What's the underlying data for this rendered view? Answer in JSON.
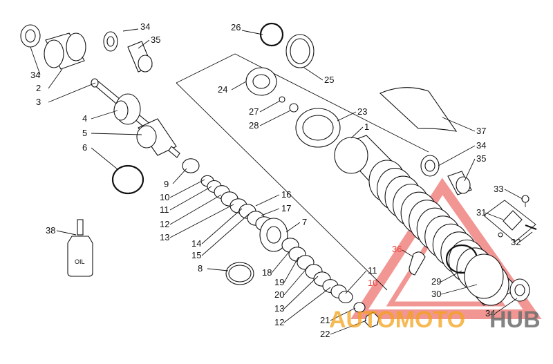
{
  "labels": [
    {
      "id": "34a",
      "text": "34"
    },
    {
      "id": "35a",
      "text": "35"
    },
    {
      "id": "34b",
      "text": "34"
    },
    {
      "id": "2",
      "text": "2"
    },
    {
      "id": "3",
      "text": "3"
    },
    {
      "id": "4",
      "text": "4"
    },
    {
      "id": "5",
      "text": "5"
    },
    {
      "id": "6",
      "text": "6"
    },
    {
      "id": "26",
      "text": "26"
    },
    {
      "id": "25",
      "text": "25"
    },
    {
      "id": "24",
      "text": "24"
    },
    {
      "id": "27",
      "text": "27"
    },
    {
      "id": "28",
      "text": "28"
    },
    {
      "id": "23",
      "text": "23"
    },
    {
      "id": "1",
      "text": "1"
    },
    {
      "id": "37",
      "text": "37"
    },
    {
      "id": "34c",
      "text": "34"
    },
    {
      "id": "35c",
      "text": "35"
    },
    {
      "id": "9",
      "text": "9"
    },
    {
      "id": "10a",
      "text": "10"
    },
    {
      "id": "11a",
      "text": "11"
    },
    {
      "id": "12a",
      "text": "12"
    },
    {
      "id": "13a",
      "text": "13"
    },
    {
      "id": "16",
      "text": "16"
    },
    {
      "id": "17",
      "text": "17"
    },
    {
      "id": "7",
      "text": "7"
    },
    {
      "id": "14",
      "text": "14"
    },
    {
      "id": "15",
      "text": "15"
    },
    {
      "id": "8",
      "text": "8"
    },
    {
      "id": "18",
      "text": "18"
    },
    {
      "id": "19",
      "text": "19"
    },
    {
      "id": "20",
      "text": "20"
    },
    {
      "id": "13b",
      "text": "13"
    },
    {
      "id": "12b",
      "text": "12"
    },
    {
      "id": "11b",
      "text": "11"
    },
    {
      "id": "10b",
      "text": "10"
    },
    {
      "id": "21",
      "text": "21"
    },
    {
      "id": "22",
      "text": "22"
    },
    {
      "id": "38",
      "text": "38"
    },
    {
      "id": "33",
      "text": "33"
    },
    {
      "id": "31",
      "text": "31"
    },
    {
      "id": "32",
      "text": "32"
    },
    {
      "id": "36",
      "text": "36"
    },
    {
      "id": "29",
      "text": "29"
    },
    {
      "id": "30",
      "text": "30"
    },
    {
      "id": "34d",
      "text": "34"
    }
  ],
  "oil_bottle_text": "OIL",
  "watermark": {
    "part1": "AUTOMOTO",
    "part2": "HUB",
    "color_orange": "#f4a21a",
    "color_gray": "#6e6e6e",
    "color_red": "#e8413c"
  }
}
